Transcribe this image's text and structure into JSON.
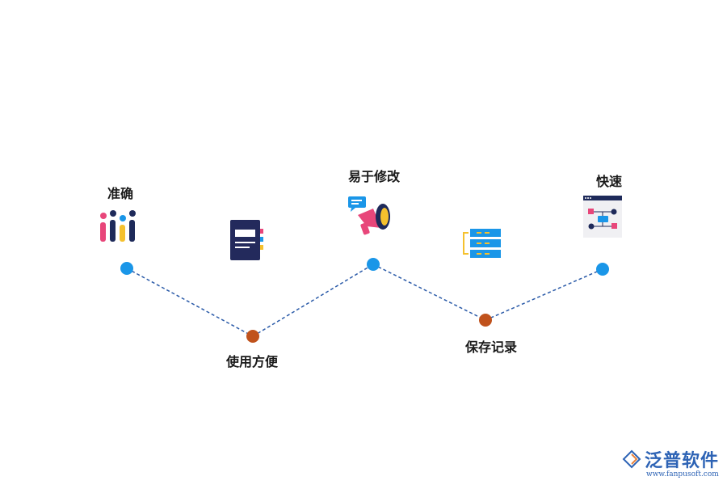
{
  "nodes": [
    {
      "label": "准确",
      "icon": "bar-chart-icon",
      "color": "#1a96e8"
    },
    {
      "label": "使用方便",
      "icon": "notebook-icon",
      "color": "#c0521c"
    },
    {
      "label": "易于修改",
      "icon": "megaphone-icon",
      "color": "#1a96e8"
    },
    {
      "label": "保存记录",
      "icon": "server-icon",
      "color": "#c0521c"
    },
    {
      "label": "快速",
      "icon": "flowchart-icon",
      "color": "#1a96e8"
    }
  ],
  "line_color": "#2a5aa8",
  "logo": {
    "name": "泛普软件",
    "url": "www.fanpusoft.com"
  }
}
